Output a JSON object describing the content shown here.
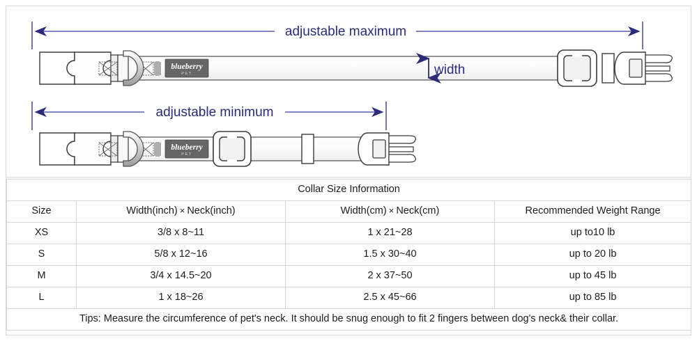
{
  "diagram": {
    "max_label": "adjustable maximum",
    "min_label": "adjustable minimum",
    "width_label": "width",
    "brand_label": "blueberry",
    "brand_sub": "PET",
    "arrow_color": "#3a3a8c",
    "text_color": "#2b2b7a",
    "line_color": "#555555",
    "tag_color": "#666666",
    "icons": {
      "left_arrow": "arrow-left-icon",
      "right_arrow": "arrow-right-icon",
      "updown_arrow": "arrow-updown-icon"
    }
  },
  "table": {
    "title": "Collar Size Information",
    "headers": [
      "Size",
      "Width(inch)  ×  Neck(inch)",
      "Width(cm)  ×  Neck(cm)",
      "Recommended Weight Range"
    ],
    "header_parts": [
      {
        "label": "Size"
      },
      {
        "a": "Width(inch)",
        "sym": "×",
        "b": "Neck(inch)"
      },
      {
        "a": "Width(cm)",
        "sym": "×",
        "b": "Neck(cm)"
      },
      {
        "label": "Recommended Weight Range"
      }
    ],
    "rows": [
      {
        "size": "XS",
        "inch": "3/8 x 8~11",
        "cm": "1 x 21~28",
        "weight": "up to10 lb"
      },
      {
        "size": "S",
        "inch": "5/8 x 12~16",
        "cm": "1.5 x 30~40",
        "weight": "up to 20 lb"
      },
      {
        "size": "M",
        "inch": "3/4 x 14.5~20",
        "cm": "2 x 37~50",
        "weight": "up to 45 lb"
      },
      {
        "size": "L",
        "inch": "1 x 18~26",
        "cm": "2.5 x 45~66",
        "weight": "up to 85 lb"
      }
    ],
    "tips": "Tips: Measure the circumference of pet's neck. It should be snug enough to fit 2 fingers between dog's neck& their collar."
  }
}
